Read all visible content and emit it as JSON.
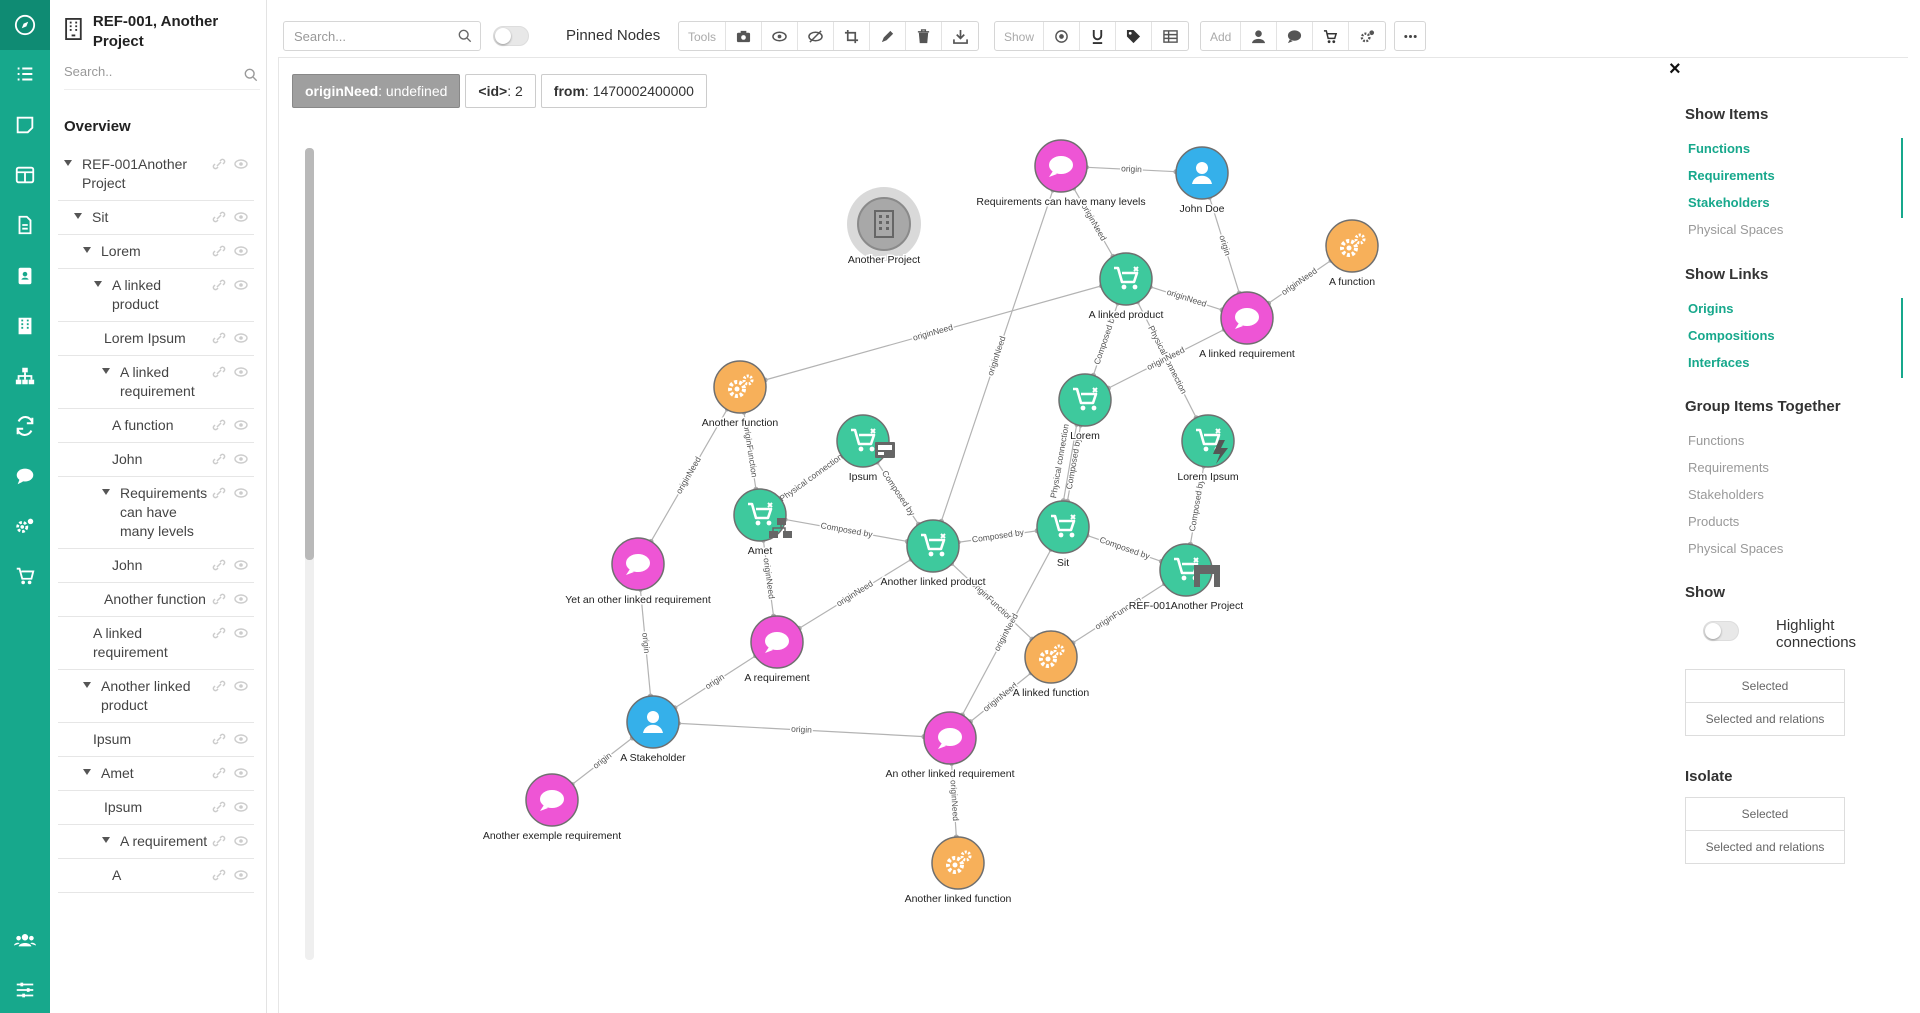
{
  "project": {
    "title": "REF-001, Another Project"
  },
  "sidebar": {
    "search_placeholder": "Search..",
    "overview_label": "Overview",
    "items": [
      {
        "label": "REF-001Another Project",
        "indent": 0,
        "caret": true
      },
      {
        "label": "Sit",
        "indent": 1,
        "caret": true
      },
      {
        "label": "Lorem",
        "indent": 2,
        "caret": true
      },
      {
        "label": "A linked product",
        "indent": 3,
        "caret": true
      },
      {
        "label": "Lorem Ipsum",
        "indent": 3,
        "caret": false
      },
      {
        "label": "A linked requirement",
        "indent": 4,
        "caret": true
      },
      {
        "label": "A function",
        "indent": 4,
        "caret": false
      },
      {
        "label": "John",
        "indent": 4,
        "caret": false
      },
      {
        "label": "Requirements can have many levels",
        "indent": 4,
        "caret": true
      },
      {
        "label": "John",
        "indent": 4,
        "caret": false
      },
      {
        "label": "Another function",
        "indent": 3,
        "caret": false
      },
      {
        "label": "A linked requirement",
        "indent": 2,
        "caret": false
      },
      {
        "label": "Another linked product",
        "indent": 2,
        "caret": true
      },
      {
        "label": "Ipsum",
        "indent": 2,
        "caret": false
      },
      {
        "label": "Amet",
        "indent": 2,
        "caret": true
      },
      {
        "label": "Ipsum",
        "indent": 3,
        "caret": false
      },
      {
        "label": "A requirement",
        "indent": 4,
        "caret": true
      },
      {
        "label": "A",
        "indent": 4,
        "caret": false
      }
    ]
  },
  "toolbar": {
    "search_placeholder": "Search...",
    "pinned_nodes_label": "Pinned Nodes",
    "tools_label": "Tools",
    "tools_icons": [
      "camera-icon",
      "eye-icon",
      "eye-slash-icon",
      "crop-icon",
      "pen-icon",
      "trash-icon",
      "download-icon"
    ],
    "show_label": "Show",
    "show_icons": [
      "target-icon",
      "underline-icon",
      "tag-icon",
      "table-icon"
    ],
    "add_label": "Add",
    "add_icons": [
      "user-icon",
      "comment-icon",
      "cart-icon",
      "cogs-icon"
    ],
    "more_icon": "ellipsis-icon"
  },
  "filter_chips": [
    {
      "key": "originNeed",
      "value": ": undefined",
      "active": true
    },
    {
      "key": "<id>",
      "value": ": 2",
      "active": false
    },
    {
      "key": "from",
      "value": ": 1470002400000",
      "active": false
    }
  ],
  "graph": {
    "colors": {
      "product": "#3ec99d",
      "requirement": "#ee55d5",
      "stakeholder": "#35b0ea",
      "function": "#f7b05a",
      "project": "#a8a8a8"
    },
    "nodes": [
      {
        "id": "req_levels",
        "type": "requirement",
        "label": "Requirements can have many levels"
      },
      {
        "id": "john_doe",
        "type": "stakeholder",
        "label": "John Doe"
      },
      {
        "id": "another_project",
        "type": "project",
        "label": "Another Project"
      },
      {
        "id": "a_function",
        "type": "function",
        "label": "A function"
      },
      {
        "id": "a_linked_product",
        "type": "product",
        "label": "A linked product"
      },
      {
        "id": "a_linked_requirement",
        "type": "requirement",
        "label": "A linked requirement"
      },
      {
        "id": "another_function",
        "type": "function",
        "label": "Another function"
      },
      {
        "id": "lorem",
        "type": "product",
        "label": "Lorem"
      },
      {
        "id": "ipsum",
        "type": "product",
        "label": "Ipsum"
      },
      {
        "id": "lorem_ipsum",
        "type": "product",
        "label": "Lorem Ipsum"
      },
      {
        "id": "amet",
        "type": "product",
        "label": "Amet"
      },
      {
        "id": "another_linked_product",
        "type": "product",
        "label": "Another linked product"
      },
      {
        "id": "sit",
        "type": "product",
        "label": "Sit"
      },
      {
        "id": "ref001",
        "type": "product",
        "label": "REF-001Another Project"
      },
      {
        "id": "yet_another_req",
        "type": "requirement",
        "label": "Yet an other linked requirement"
      },
      {
        "id": "a_requirement",
        "type": "requirement",
        "label": "A requirement"
      },
      {
        "id": "a_linked_function",
        "type": "function",
        "label": "A linked function"
      },
      {
        "id": "a_stakeholder",
        "type": "stakeholder",
        "label": "A Stakeholder"
      },
      {
        "id": "an_other_linked_req",
        "type": "requirement",
        "label": "An other linked requirement"
      },
      {
        "id": "another_exemple_req",
        "type": "requirement",
        "label": "Another exemple requirement"
      },
      {
        "id": "another_linked_function",
        "type": "function",
        "label": "Another linked function"
      }
    ],
    "edges": [
      {
        "from": "req_levels",
        "to": "john_doe",
        "label": "origin"
      },
      {
        "from": "req_levels",
        "to": "a_linked_product",
        "label": "originNeed"
      },
      {
        "from": "john_doe",
        "to": "a_linked_requirement",
        "label": "origin"
      },
      {
        "from": "a_function",
        "to": "a_linked_requirement",
        "label": "originNeed"
      },
      {
        "from": "a_linked_product",
        "to": "a_linked_requirement",
        "label": "originNeed"
      },
      {
        "from": "a_linked_product",
        "to": "another_function",
        "label": "originNeed"
      },
      {
        "from": "a_linked_product",
        "to": "lorem",
        "label": "Composed by"
      },
      {
        "from": "a_linked_product",
        "to": "lorem_ipsum",
        "label": "Physical connection"
      },
      {
        "from": "a_linked_requirement",
        "to": "lorem",
        "label": "originNeed"
      },
      {
        "from": "req_levels",
        "to": "another_linked_product",
        "label": "originNeed"
      },
      {
        "from": "another_function",
        "to": "amet",
        "label": "originFunction"
      },
      {
        "from": "another_function",
        "to": "yet_another_req",
        "label": "originNeed"
      },
      {
        "from": "amet",
        "to": "ipsum",
        "label": "Physical connection"
      },
      {
        "from": "ipsum",
        "to": "another_linked_product",
        "label": "Composed by"
      },
      {
        "from": "amet",
        "to": "another_linked_product",
        "label": "Composed by"
      },
      {
        "from": "lorem",
        "to": "sit",
        "label": "Composed by"
      },
      {
        "from": "lorem",
        "to": "sit",
        "label": "Physical connection"
      },
      {
        "from": "another_linked_product",
        "to": "sit",
        "label": "Composed by"
      },
      {
        "from": "sit",
        "to": "ref001",
        "label": "Composed by"
      },
      {
        "from": "lorem_ipsum",
        "to": "ref001",
        "label": "Composed by"
      },
      {
        "from": "amet",
        "to": "a_requirement",
        "label": "originNeed"
      },
      {
        "from": "another_linked_product",
        "to": "a_requirement",
        "label": "originNeed"
      },
      {
        "from": "another_linked_product",
        "to": "a_linked_function",
        "label": "originFunction"
      },
      {
        "from": "ref001",
        "to": "a_linked_function",
        "label": "originFunction"
      },
      {
        "from": "sit",
        "to": "an_other_linked_req",
        "label": "originNeed"
      },
      {
        "from": "a_linked_function",
        "to": "an_other_linked_req",
        "label": "originNeed"
      },
      {
        "from": "yet_another_req",
        "to": "a_stakeholder",
        "label": "origin"
      },
      {
        "from": "a_requirement",
        "to": "a_stakeholder",
        "label": "origin"
      },
      {
        "from": "a_stakeholder",
        "to": "an_other_linked_req",
        "label": "origin"
      },
      {
        "from": "another_exemple_req",
        "to": "a_stakeholder",
        "label": "origin"
      },
      {
        "from": "an_other_linked_req",
        "to": "another_linked_function",
        "label": "originNeed"
      }
    ]
  },
  "right_panel": {
    "close_label": "×",
    "show_items": {
      "title": "Show Items",
      "items": [
        {
          "label": "Functions",
          "on": true
        },
        {
          "label": "Requirements",
          "on": true
        },
        {
          "label": "Stakeholders",
          "on": true
        },
        {
          "label": "Physical Spaces",
          "on": false
        }
      ]
    },
    "show_links": {
      "title": "Show Links",
      "items": [
        {
          "label": "Origins",
          "on": true
        },
        {
          "label": "Compositions",
          "on": true
        },
        {
          "label": "Interfaces",
          "on": true
        }
      ]
    },
    "group_items": {
      "title": "Group Items Together",
      "items": [
        "Functions",
        "Requirements",
        "Stakeholders",
        "Products",
        "Physical Spaces"
      ]
    },
    "show": {
      "title": "Show",
      "highlight_label": "Highlight connections",
      "highlight_on": false,
      "buttons": [
        "Selected",
        "Selected and relations"
      ]
    },
    "isolate": {
      "title": "Isolate",
      "buttons": [
        "Selected",
        "Selected and relations"
      ]
    }
  }
}
